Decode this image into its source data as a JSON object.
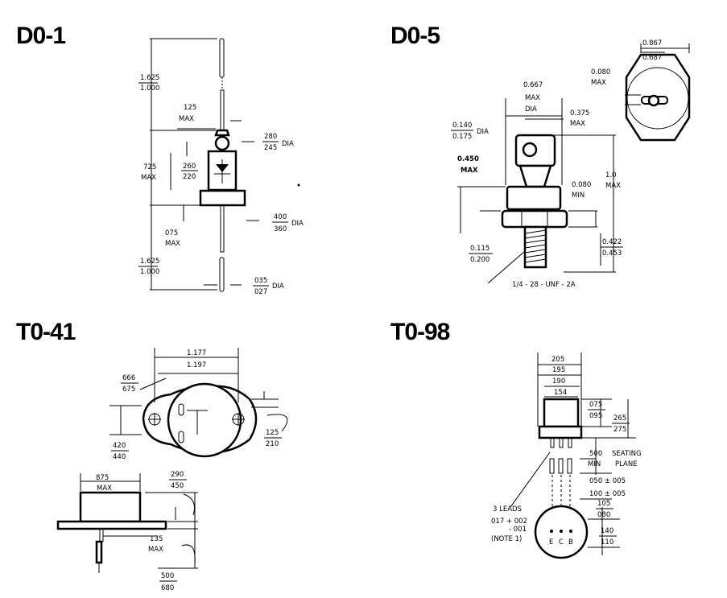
{
  "titles": {
    "do1": "D0-1",
    "do5": "D0-5",
    "to41": "T0-41",
    "to98": "T0-98"
  },
  "do1": {
    "lead_len_top": [
      "1.625",
      "1.000"
    ],
    "shoulder": [
      "125",
      "MAX"
    ],
    "cap_dia": [
      "280",
      "245"
    ],
    "dia": "DIA",
    "body_len": [
      "725",
      "MAX"
    ],
    "body_w": [
      "260",
      "220"
    ],
    "base_len": [
      "075",
      "MAX"
    ],
    "base_dia": [
      "400",
      "360"
    ],
    "lead_len_bot": [
      "1.625",
      "1.000"
    ],
    "lead_dia": [
      "035",
      "027"
    ]
  },
  "do5": {
    "hex_across": [
      "0.867",
      "0.687"
    ],
    "hex_gap": [
      "0.080",
      "MAX"
    ],
    "body_w": [
      "0.667",
      "MAX",
      "DIA"
    ],
    "term_w": [
      "0.375",
      "MAX"
    ],
    "hole": [
      "0.140",
      "0.175"
    ],
    "hole_dia": "DIA",
    "term_len": [
      "0.450",
      "MAX"
    ],
    "overall": [
      "1.0",
      "MAX"
    ],
    "flange": [
      "0.080",
      "MIN"
    ],
    "stud": [
      "0.422",
      "0.453"
    ],
    "thread_len": [
      "0.115",
      "0.200"
    ],
    "thread": "1/4 - 28 - UNF - 2A"
  },
  "to41": {
    "hole_span": [
      "1.177",
      "1.197"
    ],
    "hole_dia": [
      "666",
      "675"
    ],
    "mount_h": [
      "420",
      "440"
    ],
    "pin_off": [
      "125",
      "210"
    ],
    "body_w": [
      "875",
      "MAX"
    ],
    "body_h": [
      "290",
      "450"
    ],
    "pin_len": [
      "135",
      "MAX"
    ],
    "lead_len": [
      "500",
      "680"
    ]
  },
  "to98": {
    "dims": [
      "205",
      "195",
      "190",
      "154"
    ],
    "cap_h": [
      "075",
      "095"
    ],
    "body_h": [
      "265",
      "275"
    ],
    "seat": [
      "500",
      "SEATING",
      "MIN",
      "PLANE"
    ],
    "pitch1": "050 ± 005",
    "pitch2": "100 ± 005",
    "lead_off": [
      "105",
      "080"
    ],
    "leads": [
      "3 LEADS",
      "017 + 002",
      "- 001",
      "(NOTE 1)"
    ],
    "lead_base": [
      "140",
      "110"
    ],
    "pins": [
      "E",
      "C",
      "B"
    ]
  }
}
